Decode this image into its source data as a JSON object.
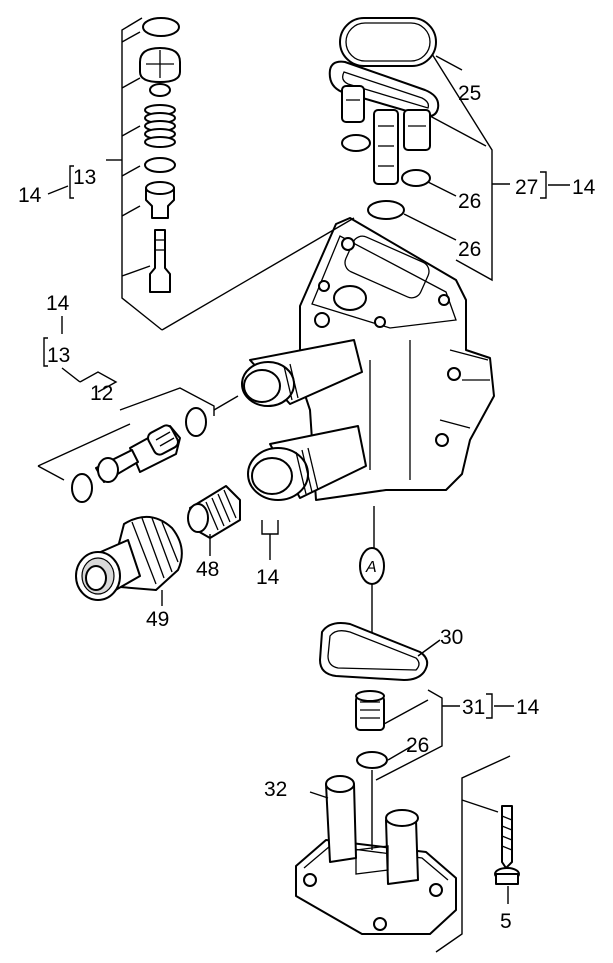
{
  "labels": {
    "p25": "25",
    "p26a": "26",
    "p26b": "26",
    "p26c": "26",
    "p27": "27",
    "p27_ref": "14",
    "p13_top": "13",
    "p14_top": "14",
    "p14_left": "14",
    "p13_left": "13",
    "p12": "12",
    "p48": "48",
    "p49": "49",
    "p14_mid": "14",
    "p30": "30",
    "p31": "31",
    "p31_ref": "14",
    "p32": "32",
    "p5": "5",
    "callout_a": "A"
  },
  "colors": {
    "line": "#000000",
    "background": "#ffffff"
  }
}
